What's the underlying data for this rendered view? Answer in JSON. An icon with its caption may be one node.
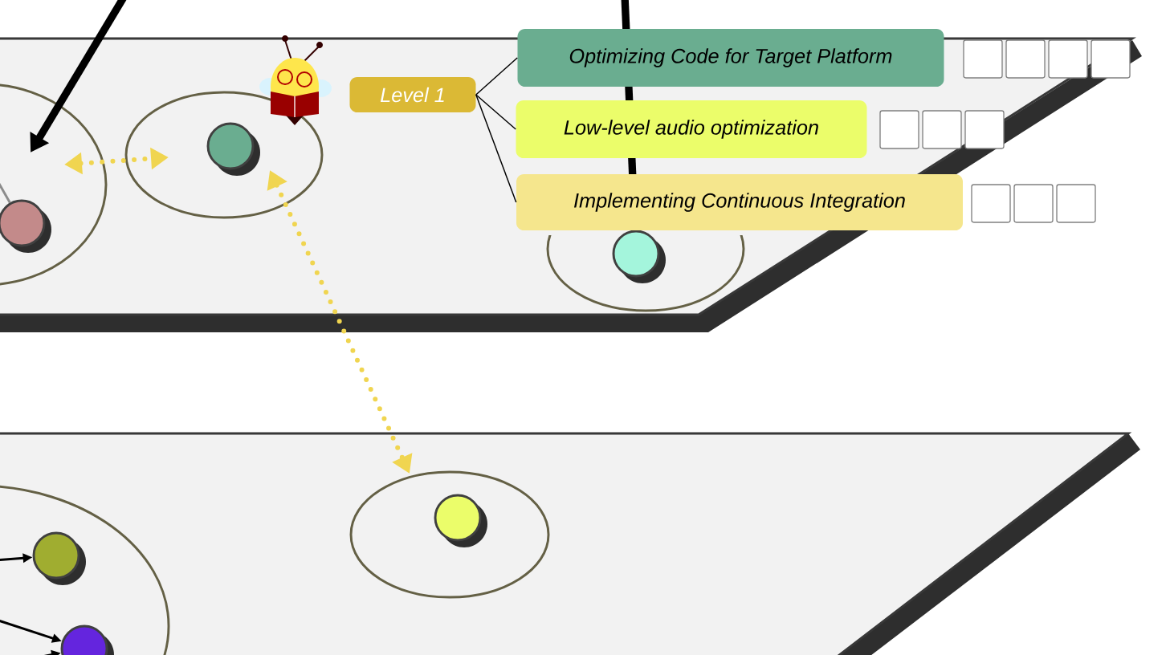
{
  "diagram": {
    "nodes": [
      {
        "text": [
          "Level 1"
        ]
      },
      {
        "text": [
          "Optimizing Code for Target Platform"
        ]
      },
      {
        "text": [
          "Low-level audio optimization"
        ]
      },
      {
        "text": [
          "Implementing Continuous Integration"
        ]
      },
      {
        "text": [],
        "shape": "ellipse"
      },
      {
        "text": [],
        "shape": "circle",
        "in": 4
      },
      {
        "text": [],
        "shape": "ellipse"
      },
      {
        "text": [],
        "shape": "circle",
        "in": 6
      },
      {
        "text": [],
        "shape": "ellipse"
      },
      {
        "text": [],
        "shape": "circle",
        "in": 8
      },
      {
        "text": [],
        "shape": "ellipse"
      },
      {
        "text": [],
        "shape": "circle",
        "in": 10
      },
      {
        "text": [],
        "shape": "circle",
        "in": 10
      },
      {
        "text": [],
        "shape": "ellipse"
      },
      {
        "text": [],
        "shape": "circle",
        "in": 13
      }
    ],
    "edges": [
      {
        "from": 0,
        "to": 1,
        "arrow": "none"
      },
      {
        "from": 0,
        "to": 2,
        "arrow": "none"
      },
      {
        "from": 0,
        "to": 3,
        "arrow": "none"
      },
      {
        "from": 4,
        "to": 6,
        "arrow": "both",
        "style": "dashed",
        "color": "#f0d550"
      },
      {
        "from": 6,
        "to": 13,
        "arrow": "both",
        "style": "dashed",
        "color": "#f0d550"
      },
      {
        "from": null,
        "to": 4,
        "arrow": "to",
        "style": "thick"
      },
      {
        "from": null,
        "to": 5,
        "arrow": "none",
        "color": "#8c8c8c"
      },
      {
        "from": null,
        "to": 9,
        "arrow": "none",
        "style": "thick"
      },
      {
        "from": null,
        "to": 11,
        "arrow": "to"
      },
      {
        "from": null,
        "to": 12,
        "arrow": "to"
      },
      {
        "from": null,
        "to": 12,
        "arrow": "to"
      }
    ]
  }
}
